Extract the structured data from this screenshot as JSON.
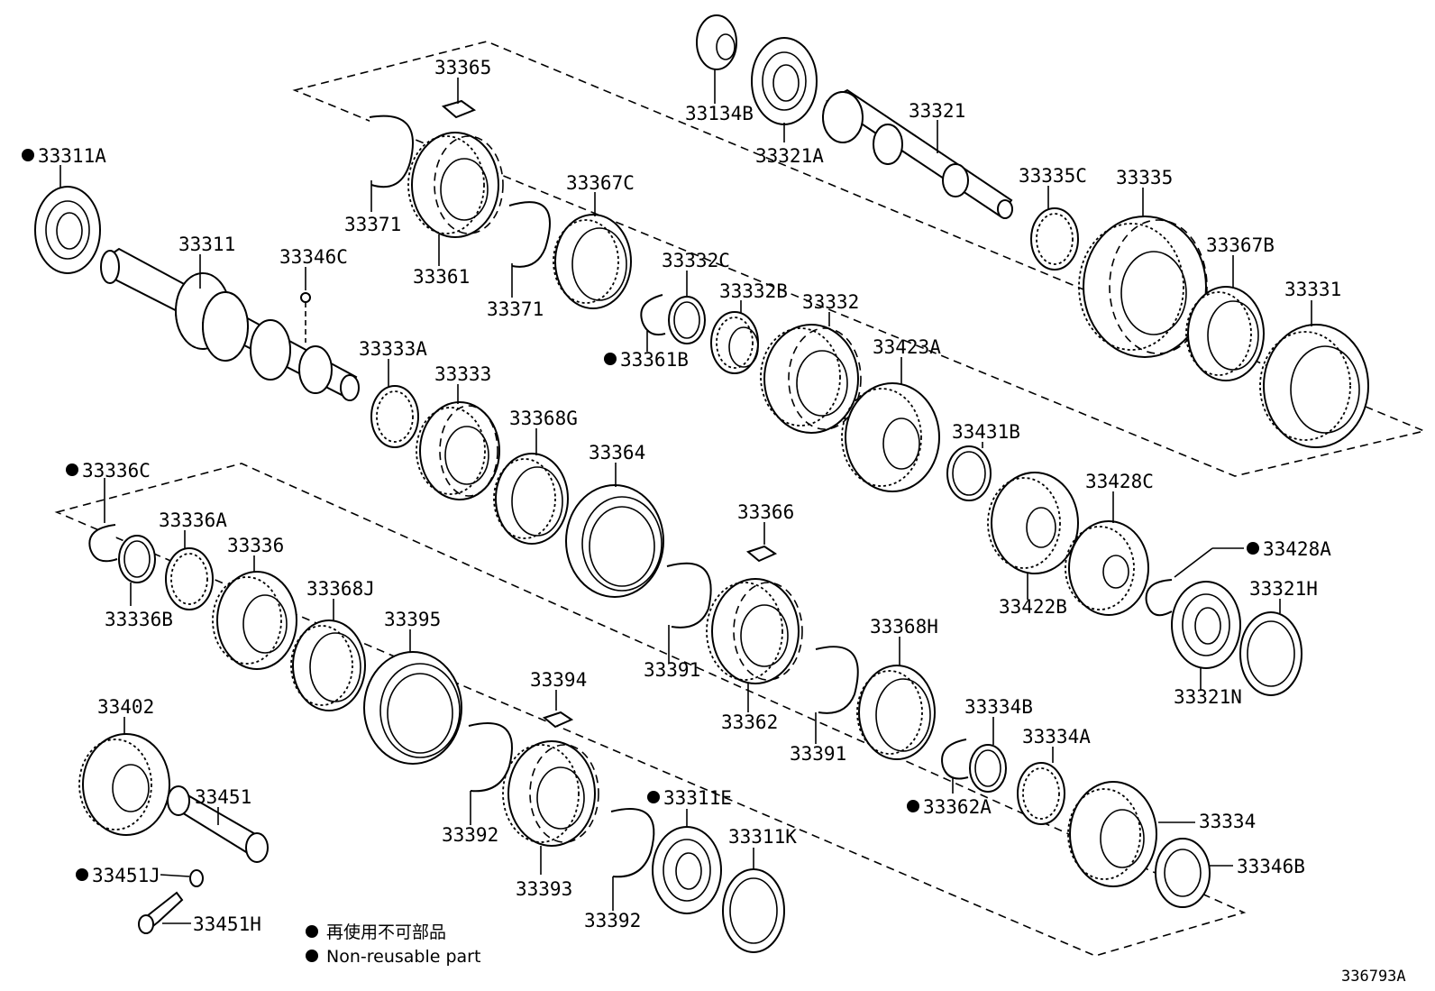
{
  "diagram": {
    "code": "336793A",
    "parts": [
      {
        "id": "p33311A",
        "label": "33311A",
        "nonreusable": true
      },
      {
        "id": "p33311",
        "label": "33311",
        "nonreusable": false
      },
      {
        "id": "p33346C",
        "label": "33346C",
        "nonreusable": false
      },
      {
        "id": "p33371a",
        "label": "33371",
        "nonreusable": false
      },
      {
        "id": "p33365",
        "label": "33365",
        "nonreusable": false
      },
      {
        "id": "p33361",
        "label": "33361",
        "nonreusable": false
      },
      {
        "id": "p33371b",
        "label": "33371",
        "nonreusable": false
      },
      {
        "id": "p33367C",
        "label": "33367C",
        "nonreusable": false
      },
      {
        "id": "p33332C",
        "label": "33332C",
        "nonreusable": false
      },
      {
        "id": "p33361B",
        "label": "33361B",
        "nonreusable": true
      },
      {
        "id": "p33332B",
        "label": "33332B",
        "nonreusable": false
      },
      {
        "id": "p33332",
        "label": "33332",
        "nonreusable": false
      },
      {
        "id": "p33134B",
        "label": "33134B",
        "nonreusable": false
      },
      {
        "id": "p33321A",
        "label": "33321A",
        "nonreusable": false
      },
      {
        "id": "p33321",
        "label": "33321",
        "nonreusable": false
      },
      {
        "id": "p33335C",
        "label": "33335C",
        "nonreusable": false
      },
      {
        "id": "p33335",
        "label": "33335",
        "nonreusable": false
      },
      {
        "id": "p33367B",
        "label": "33367B",
        "nonreusable": false
      },
      {
        "id": "p33331",
        "label": "33331",
        "nonreusable": false
      },
      {
        "id": "p33333A",
        "label": "33333A",
        "nonreusable": false
      },
      {
        "id": "p33333",
        "label": "33333",
        "nonreusable": false
      },
      {
        "id": "p33368G",
        "label": "33368G",
        "nonreusable": false
      },
      {
        "id": "p33364",
        "label": "33364",
        "nonreusable": false
      },
      {
        "id": "p33423A",
        "label": "33423A",
        "nonreusable": false
      },
      {
        "id": "p33431B",
        "label": "33431B",
        "nonreusable": false
      },
      {
        "id": "p33422B",
        "label": "33422B",
        "nonreusable": false
      },
      {
        "id": "p33428C",
        "label": "33428C",
        "nonreusable": false
      },
      {
        "id": "p33428A",
        "label": "33428A",
        "nonreusable": true
      },
      {
        "id": "p33321H",
        "label": "33321H",
        "nonreusable": false
      },
      {
        "id": "p33321N",
        "label": "33321N",
        "nonreusable": false
      },
      {
        "id": "p33366",
        "label": "33366",
        "nonreusable": false
      },
      {
        "id": "p33391a",
        "label": "33391",
        "nonreusable": false
      },
      {
        "id": "p33362",
        "label": "33362",
        "nonreusable": false
      },
      {
        "id": "p33391b",
        "label": "33391",
        "nonreusable": false
      },
      {
        "id": "p33368H",
        "label": "33368H",
        "nonreusable": false
      },
      {
        "id": "p33334B",
        "label": "33334B",
        "nonreusable": false
      },
      {
        "id": "p33334A",
        "label": "33334A",
        "nonreusable": false
      },
      {
        "id": "p33362A",
        "label": "33362A",
        "nonreusable": true
      },
      {
        "id": "p33334",
        "label": "33334",
        "nonreusable": false
      },
      {
        "id": "p33346B",
        "label": "33346B",
        "nonreusable": false
      },
      {
        "id": "p33336C",
        "label": "33336C",
        "nonreusable": true
      },
      {
        "id": "p33336A",
        "label": "33336A",
        "nonreusable": false
      },
      {
        "id": "p33336",
        "label": "33336",
        "nonreusable": false
      },
      {
        "id": "p33336B",
        "label": "33336B",
        "nonreusable": false
      },
      {
        "id": "p33368J",
        "label": "33368J",
        "nonreusable": false
      },
      {
        "id": "p33395",
        "label": "33395",
        "nonreusable": false
      },
      {
        "id": "p33394",
        "label": "33394",
        "nonreusable": false
      },
      {
        "id": "p33393",
        "label": "33393",
        "nonreusable": false
      },
      {
        "id": "p33392a",
        "label": "33392",
        "nonreusable": false
      },
      {
        "id": "p33392b",
        "label": "33392",
        "nonreusable": false
      },
      {
        "id": "p33311E",
        "label": "33311E",
        "nonreusable": true
      },
      {
        "id": "p33311K",
        "label": "33311K",
        "nonreusable": false
      },
      {
        "id": "p33402",
        "label": "33402",
        "nonreusable": false
      },
      {
        "id": "p33451",
        "label": "33451",
        "nonreusable": false
      },
      {
        "id": "p33451J",
        "label": "33451J",
        "nonreusable": true
      },
      {
        "id": "p33451H",
        "label": "33451H",
        "nonreusable": false
      }
    ]
  },
  "legend": {
    "japanese": "再使用不可部品",
    "english": "Non-reusable part"
  }
}
